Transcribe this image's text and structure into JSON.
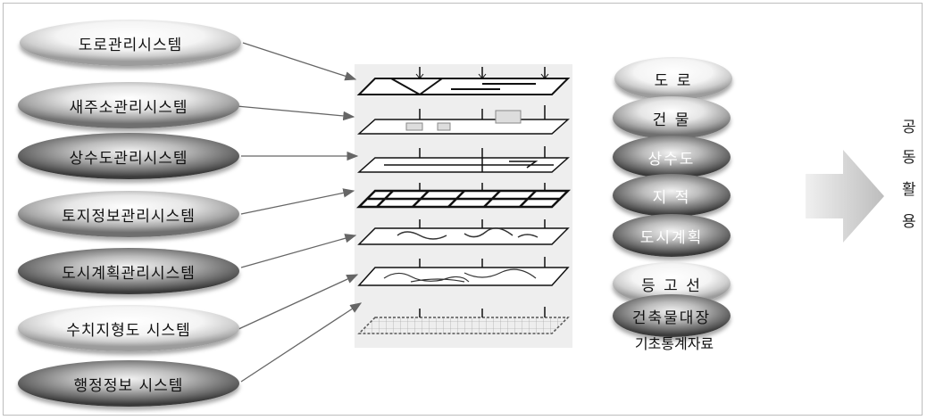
{
  "systems": [
    {
      "label": "도로관리시스템"
    },
    {
      "label": "새주소관리시스템"
    },
    {
      "label": "상수도관리시스템"
    },
    {
      "label": "토지정보관리시스템"
    },
    {
      "label": "도시계획관리시스템"
    },
    {
      "label": "수치지형도 시스템"
    },
    {
      "label": "행정정보 시스템"
    }
  ],
  "layers": [
    {
      "label": "도 로"
    },
    {
      "label": "건 물"
    },
    {
      "label": "상수도"
    },
    {
      "label": "지 적"
    },
    {
      "label": "도시계획"
    },
    {
      "label": "등 고 선"
    },
    {
      "label": "건축물대장"
    }
  ],
  "extra_label": "기초통계자료",
  "result_chars": [
    "공",
    "동",
    "활",
    "용"
  ],
  "colors": {
    "arrow": "#666666",
    "big_arrow": "#d2d2d2"
  }
}
